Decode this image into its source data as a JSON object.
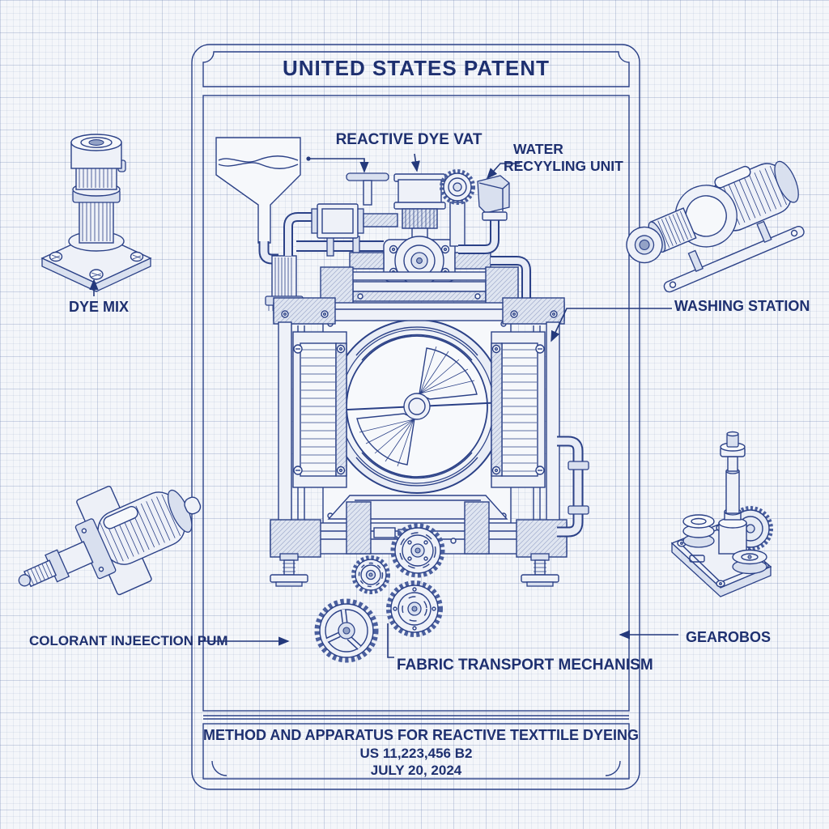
{
  "sheet": {
    "header_title": "UNITED STATES PATENT",
    "title_block": {
      "line1": "METHOD AND APPARATUS FOR REACTIVE TEXTTILE DYEING",
      "line2": "US 11,223,456 B2",
      "line3": "JULY 20, 2024"
    }
  },
  "callouts": {
    "reactive_dye_vat": "REACTIVE DYE VAT",
    "water_recycling_unit": {
      "line1": "WATER",
      "line2": "RECYYLING UNIT"
    },
    "dye_mix": "DYE MIX",
    "washing_station": "WASHING STATION",
    "colorant_injection_pump": "COLORANT INJEECTION PUM",
    "fabric_transport_mechanism": "FABRIC TRANSPORT MECHANISM",
    "gearbox": "GEAROBOS"
  },
  "colors": {
    "ink": "#2b4187",
    "text_ink": "#1e3070",
    "paper": "#f4f6fa",
    "fill_light": "#eef1f8",
    "fill_mid": "#d9e0ef"
  }
}
